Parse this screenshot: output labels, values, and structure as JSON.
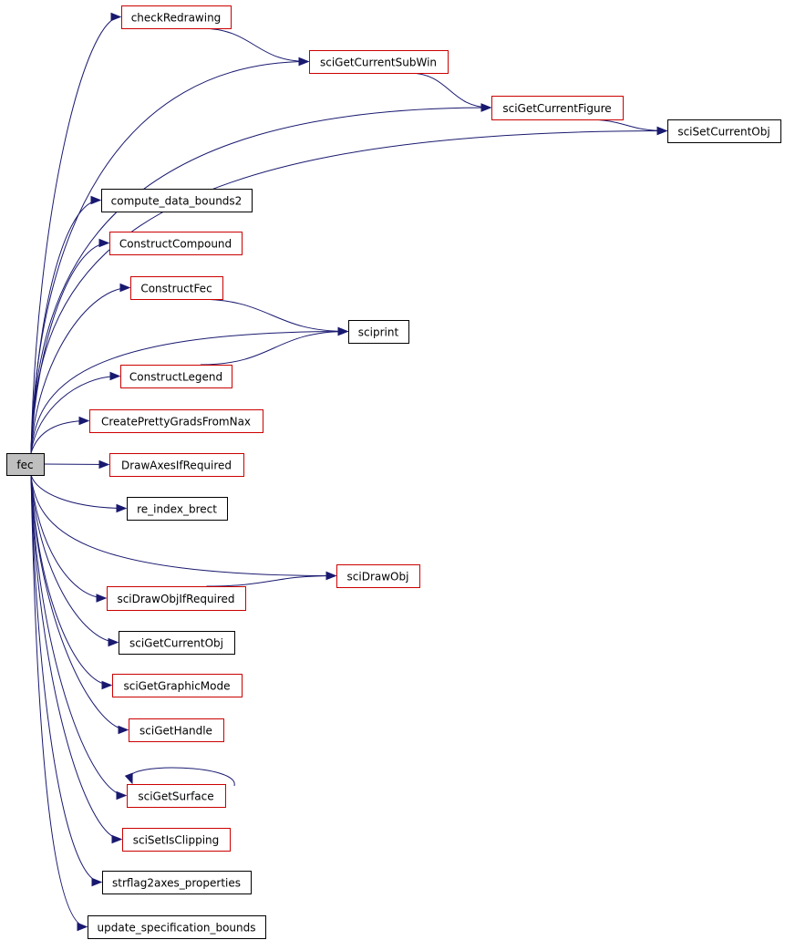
{
  "colors": {
    "edge": "#191970",
    "documented_border": "#cc0000",
    "undocumented_border": "#000000",
    "root_fill": "#bfbfbf"
  },
  "nodes": [
    {
      "id": "fec",
      "label": "fec",
      "border": "root"
    },
    {
      "id": "checkRedrawing",
      "label": "checkRedrawing",
      "border": "red"
    },
    {
      "id": "sciGetCurrentSubWin",
      "label": "sciGetCurrentSubWin",
      "border": "red"
    },
    {
      "id": "sciGetCurrentFigure",
      "label": "sciGetCurrentFigure",
      "border": "red"
    },
    {
      "id": "sciSetCurrentObj",
      "label": "sciSetCurrentObj",
      "border": "black"
    },
    {
      "id": "compute_data_bounds2",
      "label": "compute_data_bounds2",
      "border": "black"
    },
    {
      "id": "ConstructCompound",
      "label": "ConstructCompound",
      "border": "red"
    },
    {
      "id": "ConstructFec",
      "label": "ConstructFec",
      "border": "red"
    },
    {
      "id": "sciprint",
      "label": "sciprint",
      "border": "black"
    },
    {
      "id": "ConstructLegend",
      "label": "ConstructLegend",
      "border": "red"
    },
    {
      "id": "CreatePrettyGradsFromNax",
      "label": "CreatePrettyGradsFromNax",
      "border": "red"
    },
    {
      "id": "DrawAxesIfRequired",
      "label": "DrawAxesIfRequired",
      "border": "red"
    },
    {
      "id": "re_index_brect",
      "label": "re_index_brect",
      "border": "black"
    },
    {
      "id": "sciDrawObj",
      "label": "sciDrawObj",
      "border": "red"
    },
    {
      "id": "sciDrawObjIfRequired",
      "label": "sciDrawObjIfRequired",
      "border": "red"
    },
    {
      "id": "sciGetCurrentObj",
      "label": "sciGetCurrentObj",
      "border": "black"
    },
    {
      "id": "sciGetGraphicMode",
      "label": "sciGetGraphicMode",
      "border": "red"
    },
    {
      "id": "sciGetHandle",
      "label": "sciGetHandle",
      "border": "red"
    },
    {
      "id": "sciGetSurface",
      "label": "sciGetSurface",
      "border": "red"
    },
    {
      "id": "sciSetIsClipping",
      "label": "sciSetIsClipping",
      "border": "red"
    },
    {
      "id": "strflag2axes_properties",
      "label": "strflag2axes_properties",
      "border": "black"
    },
    {
      "id": "update_specification_bounds",
      "label": "update_specification_bounds",
      "border": "black"
    }
  ],
  "edges": [
    [
      "fec",
      "checkRedrawing"
    ],
    [
      "fec",
      "sciGetCurrentSubWin"
    ],
    [
      "fec",
      "sciGetCurrentFigure"
    ],
    [
      "fec",
      "sciSetCurrentObj"
    ],
    [
      "fec",
      "compute_data_bounds2"
    ],
    [
      "fec",
      "ConstructCompound"
    ],
    [
      "fec",
      "ConstructFec"
    ],
    [
      "fec",
      "sciprint"
    ],
    [
      "fec",
      "ConstructLegend"
    ],
    [
      "fec",
      "CreatePrettyGradsFromNax"
    ],
    [
      "fec",
      "DrawAxesIfRequired"
    ],
    [
      "fec",
      "re_index_brect"
    ],
    [
      "fec",
      "sciDrawObj"
    ],
    [
      "fec",
      "sciDrawObjIfRequired"
    ],
    [
      "fec",
      "sciGetCurrentObj"
    ],
    [
      "fec",
      "sciGetGraphicMode"
    ],
    [
      "fec",
      "sciGetHandle"
    ],
    [
      "fec",
      "sciGetSurface"
    ],
    [
      "fec",
      "sciSetIsClipping"
    ],
    [
      "fec",
      "strflag2axes_properties"
    ],
    [
      "fec",
      "update_specification_bounds"
    ],
    [
      "checkRedrawing",
      "sciGetCurrentSubWin"
    ],
    [
      "sciGetCurrentSubWin",
      "sciGetCurrentFigure"
    ],
    [
      "sciGetCurrentFigure",
      "sciSetCurrentObj"
    ],
    [
      "ConstructFec",
      "sciprint"
    ],
    [
      "ConstructLegend",
      "sciprint"
    ],
    [
      "sciDrawObjIfRequired",
      "sciDrawObj"
    ],
    [
      "sciGetSurface",
      "sciGetSurface"
    ]
  ]
}
